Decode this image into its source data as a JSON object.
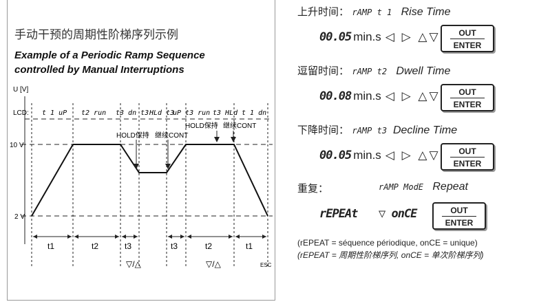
{
  "left": {
    "title_cn": "手动干预的周期性阶梯序列示例",
    "title_en_1": "Example of a Periodic Ramp Sequence",
    "title_en_2": "controlled by Manual Interruptions",
    "y_axis_label": "U [V]",
    "lcd_label": "LCD:",
    "lcd_segments": [
      "t 1 uP",
      "t2 run",
      "t3 dn t3",
      "HLd t3",
      "uP t3 run",
      "t3 HLd",
      "t 1 dn"
    ],
    "y_10v": "10 V",
    "y_2v": "2 V",
    "hold1": "HOLD保持",
    "cont1": "继续CONT",
    "hold2": "HOLD保持",
    "cont2": "继续CONT",
    "intervals": [
      "t1",
      "t2",
      "t3",
      "t3",
      "t2",
      "t1"
    ],
    "arrows_1": "▽/△",
    "arrows_2": "▽/△",
    "esc": "ESC"
  },
  "right": {
    "rise_cn": "上升时间：",
    "rise_code": "rAMP t 1",
    "rise_en": "Rise Time",
    "rise_value": "00.05",
    "rise_unit": "min.s",
    "dwell_cn": "逗留时间：",
    "dwell_code": "rAMP t2",
    "dwell_en": "Dwell Time",
    "dwell_value": "00.08",
    "dwell_unit": "min.s",
    "decline_cn": "下降时间：",
    "decline_code": "rAMP t3",
    "decline_en": "Decline Time",
    "decline_value": "00.05",
    "decline_unit": "min.s",
    "nav_arrows": "◁ ▷ △▽",
    "repeat_cn": "重复：",
    "repeat_code": "rAMP ModE",
    "repeat_en": "Repeat",
    "repeat_value": "rEPEAt",
    "repeat_alt": "▽ onCE",
    "key_out": "OUT",
    "key_enter": "ENTER",
    "note_1": "(rEPEAT = séquence périodique, onCE = unique)",
    "note_2": "(rEPEAT = 周期性阶梯序列, onCE = 单次阶梯序列)"
  }
}
